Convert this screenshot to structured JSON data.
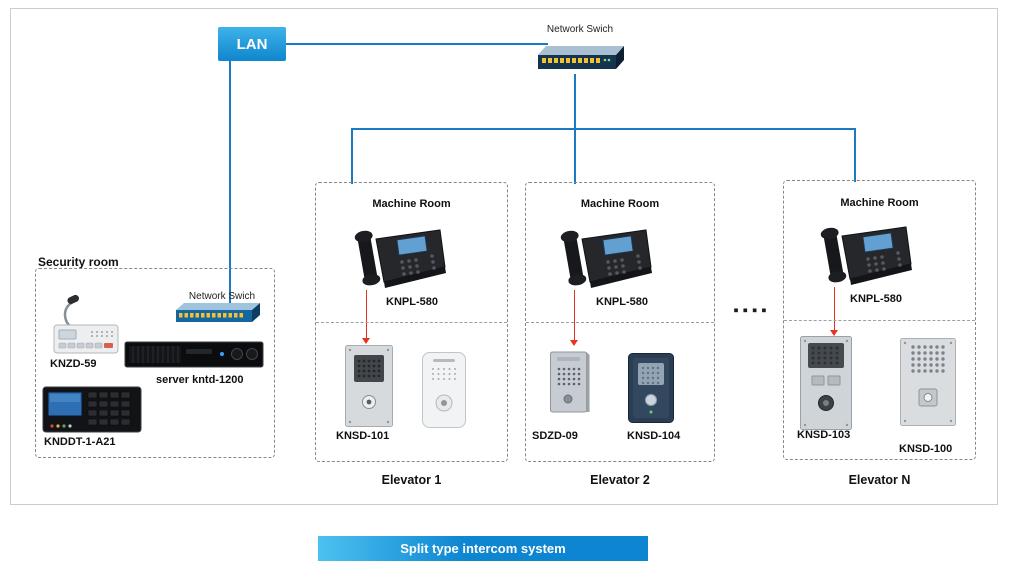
{
  "colors": {
    "line_blue": "#1a7ac2",
    "red_arrow": "#e8341c",
    "lan_bg_start": "#3fb2e9",
    "lan_bg_end": "#0f86ce",
    "banner_start": "#4cc1f0",
    "banner_end": "#0d85d1"
  },
  "lan": {
    "label": "LAN"
  },
  "top_switch": {
    "label": "Network Swich"
  },
  "security_room": {
    "title": "Security room",
    "switch_label": "Network Swich",
    "knzd59_label": "KNZD-59",
    "server_label": "server kntd-1200",
    "knddt_label": "KNDDT-1-A21"
  },
  "machine_rooms": [
    {
      "title": "Machine Room",
      "phone_label": "KNPL-580",
      "devices": [
        "KNSD-101"
      ],
      "elevator": "Elevator 1"
    },
    {
      "title": "Machine Room",
      "phone_label": "KNPL-580",
      "devices": [
        "SDZD-09",
        "KNSD-104"
      ],
      "elevator": "Elevator 2"
    },
    {
      "title": "Machine Room",
      "phone_label": "KNPL-580",
      "devices": [
        "KNSD-103",
        "KNSD-100"
      ],
      "elevator": "Elevator N"
    }
  ],
  "separator_dots": "▪▪▪▪",
  "banner": {
    "label": "Split type intercom system"
  }
}
